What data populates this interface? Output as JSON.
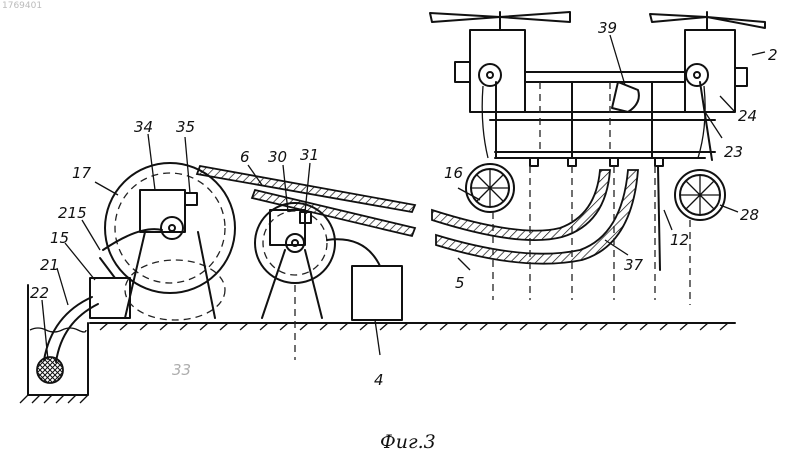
{
  "stamp": "1769401",
  "caption": "Фиг.3",
  "labels": {
    "l2": "2",
    "l39": "39",
    "l24": "24",
    "l23": "23",
    "l16": "16",
    "l37": "37",
    "l12": "12",
    "l28": "28",
    "l5": "5",
    "l34": "34",
    "l35": "35",
    "l17": "17",
    "l215": "215",
    "l15": "15",
    "l21": "21",
    "l22": "22",
    "l6": "6",
    "l30": "30",
    "l31": "31",
    "l4": "4",
    "l33": "33"
  }
}
